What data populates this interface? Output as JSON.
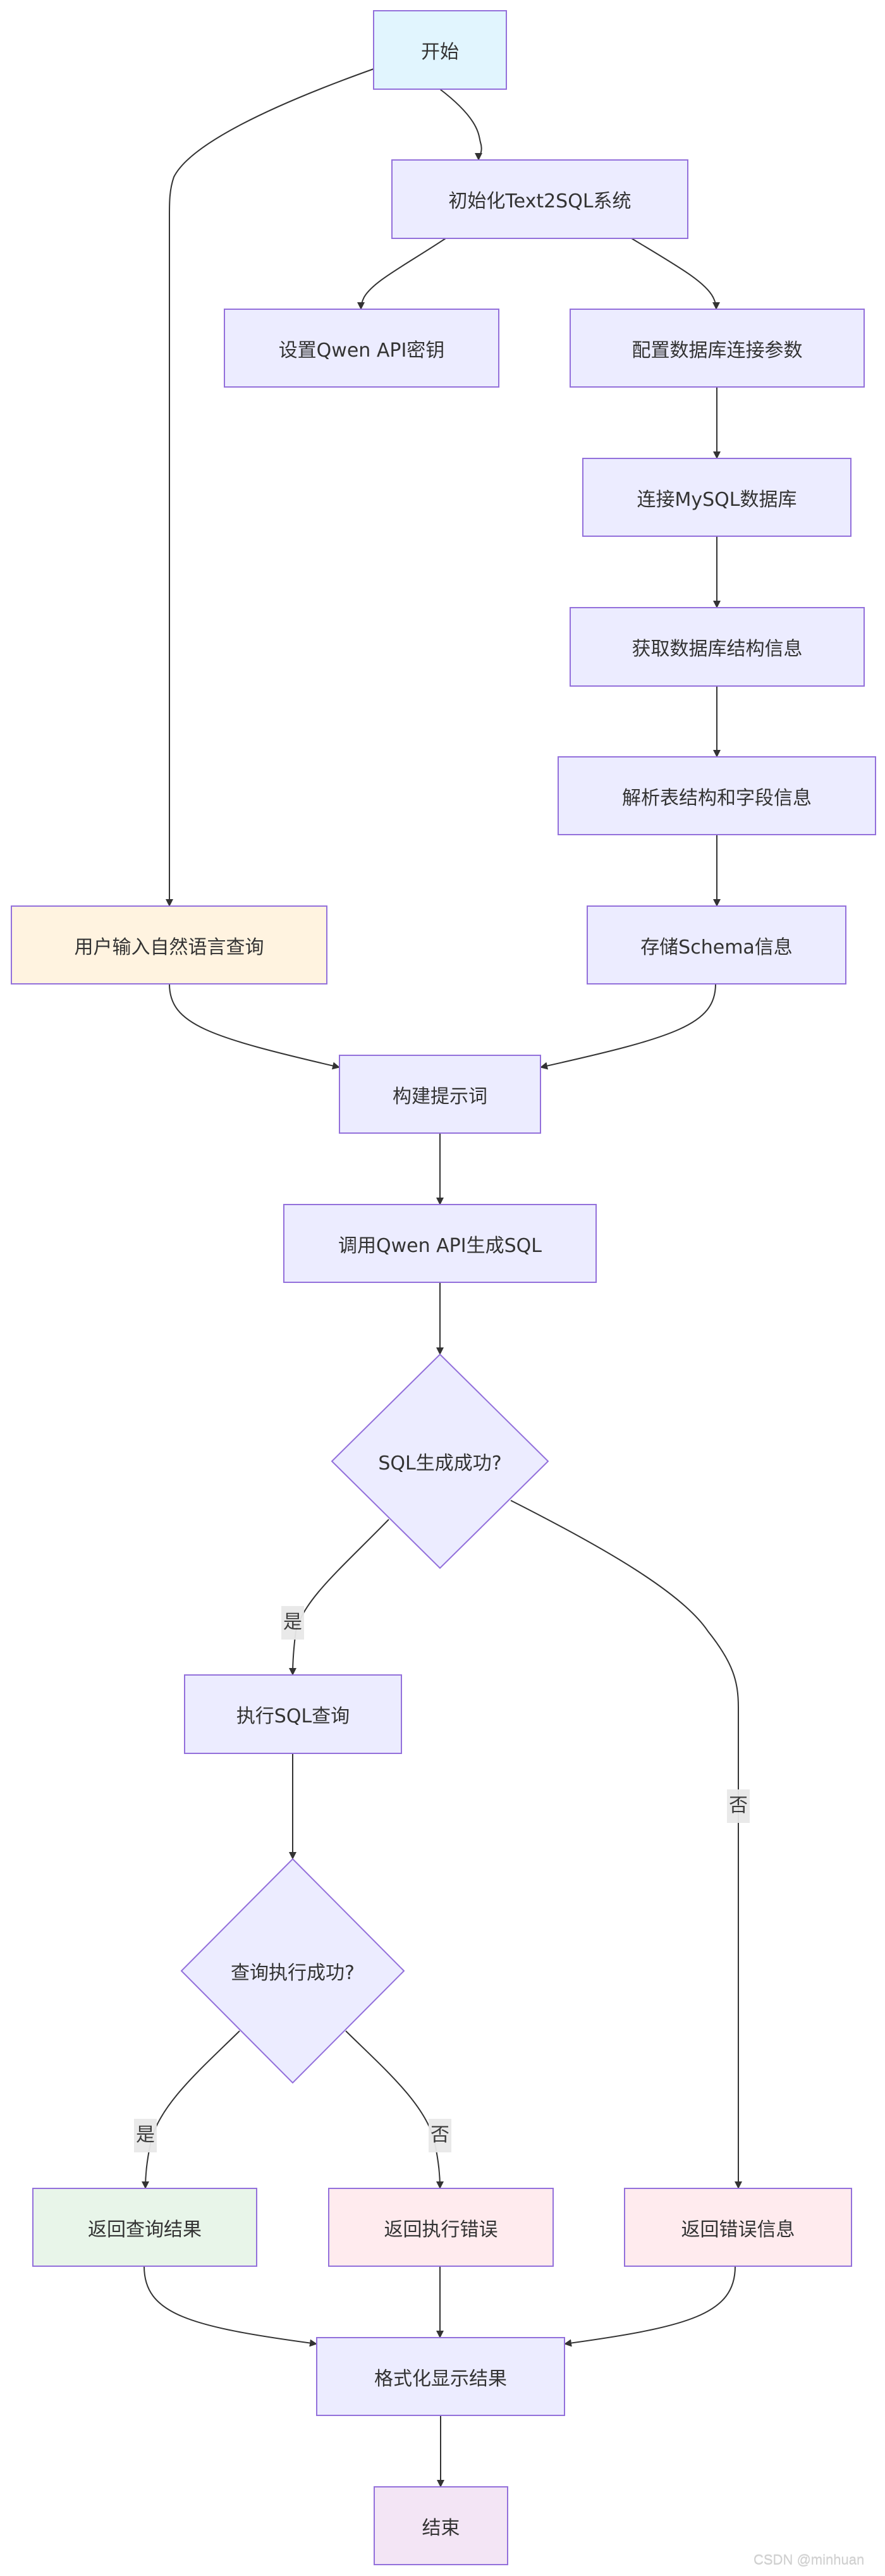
{
  "diagram": {
    "type": "flowchart",
    "colors": {
      "default_fill": "#ECECFF",
      "stroke": "#9370DB",
      "edge": "#333333",
      "start_fill": "#E1F5FE",
      "input_fill": "#FFF3E0",
      "success_fill": "#E8F5E9",
      "error_fill": "#FFEBEE",
      "end_fill": "#F3E5F5",
      "edge_label_bg": "#E8E8E8"
    },
    "nodes": {
      "start": {
        "label": "开始",
        "shape": "rect",
        "style": "start"
      },
      "init": {
        "label": "初始化Text2SQL系统",
        "shape": "rect",
        "style": "default"
      },
      "set_api_key": {
        "label": "设置Qwen API密钥",
        "shape": "rect",
        "style": "default"
      },
      "config_db": {
        "label": "配置数据库连接参数",
        "shape": "rect",
        "style": "default"
      },
      "connect_mysql": {
        "label": "连接MySQL数据库",
        "shape": "rect",
        "style": "default"
      },
      "get_schema": {
        "label": "获取数据库结构信息",
        "shape": "rect",
        "style": "default"
      },
      "parse_schema": {
        "label": "解析表结构和字段信息",
        "shape": "rect",
        "style": "default"
      },
      "store_schema": {
        "label": "存储Schema信息",
        "shape": "rect",
        "style": "default"
      },
      "user_input": {
        "label": "用户输入自然语言查询",
        "shape": "rect",
        "style": "input"
      },
      "build_prompt": {
        "label": "构建提示词",
        "shape": "rect",
        "style": "default"
      },
      "call_api": {
        "label": "调用Qwen API生成SQL",
        "shape": "rect",
        "style": "default"
      },
      "sql_ok": {
        "label": "SQL生成成功?",
        "shape": "diamond",
        "style": "default"
      },
      "exec_sql": {
        "label": "执行SQL查询",
        "shape": "rect",
        "style": "default"
      },
      "exec_ok": {
        "label": "查询执行成功?",
        "shape": "diamond",
        "style": "default"
      },
      "return_result": {
        "label": "返回查询结果",
        "shape": "rect",
        "style": "success"
      },
      "return_exec_error": {
        "label": "返回执行错误",
        "shape": "rect",
        "style": "error"
      },
      "return_error_info": {
        "label": "返回错误信息",
        "shape": "rect",
        "style": "error"
      },
      "format_result": {
        "label": "格式化显示结果",
        "shape": "rect",
        "style": "default"
      },
      "end": {
        "label": "结束",
        "shape": "rect",
        "style": "end"
      }
    },
    "edges": [
      {
        "from": "start",
        "to": "init",
        "label": ""
      },
      {
        "from": "start",
        "to": "user_input",
        "label": ""
      },
      {
        "from": "init",
        "to": "set_api_key",
        "label": ""
      },
      {
        "from": "init",
        "to": "config_db",
        "label": ""
      },
      {
        "from": "config_db",
        "to": "connect_mysql",
        "label": ""
      },
      {
        "from": "connect_mysql",
        "to": "get_schema",
        "label": ""
      },
      {
        "from": "get_schema",
        "to": "parse_schema",
        "label": ""
      },
      {
        "from": "parse_schema",
        "to": "store_schema",
        "label": ""
      },
      {
        "from": "user_input",
        "to": "build_prompt",
        "label": ""
      },
      {
        "from": "store_schema",
        "to": "build_prompt",
        "label": ""
      },
      {
        "from": "build_prompt",
        "to": "call_api",
        "label": ""
      },
      {
        "from": "call_api",
        "to": "sql_ok",
        "label": ""
      },
      {
        "from": "sql_ok",
        "to": "exec_sql",
        "label": "是"
      },
      {
        "from": "sql_ok",
        "to": "return_error_info",
        "label": "否"
      },
      {
        "from": "exec_sql",
        "to": "exec_ok",
        "label": ""
      },
      {
        "from": "exec_ok",
        "to": "return_result",
        "label": "是"
      },
      {
        "from": "exec_ok",
        "to": "return_exec_error",
        "label": "否"
      },
      {
        "from": "return_result",
        "to": "format_result",
        "label": ""
      },
      {
        "from": "return_exec_error",
        "to": "format_result",
        "label": ""
      },
      {
        "from": "return_error_info",
        "to": "format_result",
        "label": ""
      },
      {
        "from": "format_result",
        "to": "end",
        "label": ""
      }
    ]
  },
  "watermark": "CSDN @minhuan"
}
